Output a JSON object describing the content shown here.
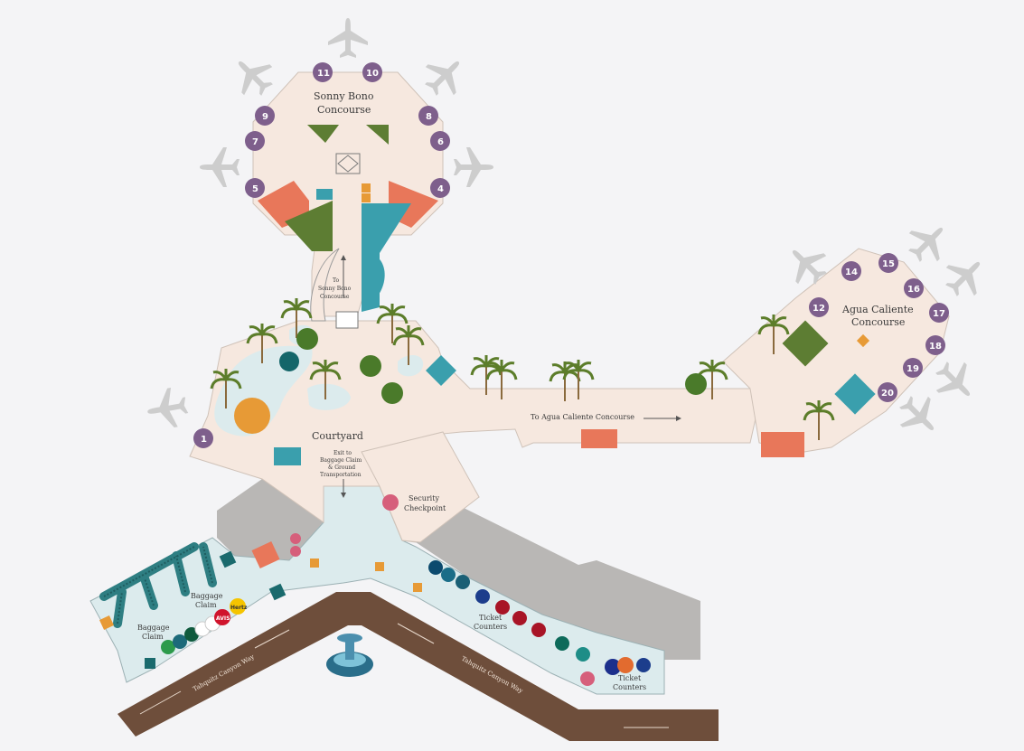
{
  "labels": {
    "sonny_bono_line1": "Sonny Bono",
    "sonny_bono_line2": "Concourse",
    "agua_line1": "Agua Caliente",
    "agua_line2": "Concourse",
    "courtyard": "Courtyard",
    "to_sonny_1": "To",
    "to_sonny_2": "Sonny Bono",
    "to_sonny_3": "Concourse",
    "to_agua": "To Agua Caliente Concourse",
    "exit_1": "Exit to",
    "exit_2": "Baggage Claim",
    "exit_3": "& Ground",
    "exit_4": "Transportation",
    "security_1": "Security",
    "security_2": "Checkpoint",
    "bag_claim_a_1": "Baggage",
    "bag_claim_a_2": "Claim",
    "bag_claim_b_1": "Baggage",
    "bag_claim_b_2": "Claim",
    "ticket_a_1": "Ticket",
    "ticket_a_2": "Counters",
    "ticket_b_1": "Ticket",
    "ticket_b_2": "Counters",
    "road_left": "Tahquitz Canyon Way",
    "road_right": "Tahquitz Canyon Way",
    "rental_avis": "AVIS",
    "rental_hertz": "Hertz"
  },
  "gates": [
    "1",
    "4",
    "5",
    "6",
    "7",
    "8",
    "9",
    "10",
    "11",
    "12",
    "14",
    "15",
    "16",
    "17",
    "18",
    "19",
    "20"
  ],
  "colors": {
    "floor": "#f6e8df",
    "baggage": "#dcebed",
    "gray_block": "#b9b7b5",
    "road": "#6e4e3b",
    "gate": "#7e5f8c",
    "restroom": "#e8775a",
    "shop": "#5d7d33",
    "dining": "#3a9fad",
    "palm": "#5c7d2a",
    "amenity_orange": "#e79a36"
  },
  "icons": [
    "airplane-icon",
    "restroom-icon",
    "shopping-bag-icon",
    "dining-icon",
    "palm-tree-icon",
    "playground-icon",
    "information-icon",
    "fountain-icon",
    "elevator-icon",
    "escalator-icon",
    "arrow-icon",
    "accessible-icon"
  ]
}
